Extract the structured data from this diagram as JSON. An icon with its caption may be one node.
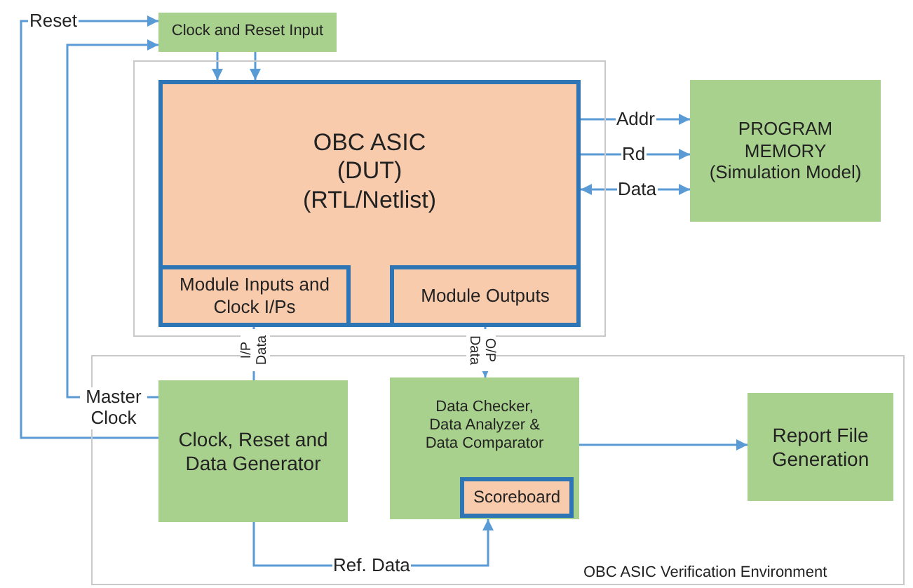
{
  "diagram": {
    "nodes": [
      {
        "text": [
          "OBC ASIC Verification Environment"
        ]
      },
      {
        "text": [
          "Clock and Reset Input"
        ]
      },
      {
        "text": [],
        "shape": "box"
      },
      {
        "text": [
          "OBC ASIC (DUT) (RTL/Netlist)"
        ],
        "in": 2
      },
      {
        "text": [
          "Module Inputs and Clock I/Ps"
        ],
        "in": 3
      },
      {
        "text": [
          "Module Outputs"
        ],
        "in": 3
      },
      {
        "text": [
          "PROGRAM MEMORY (Simulation Model)"
        ]
      },
      {
        "text": [
          "Clock, Reset and Data Generator"
        ],
        "in": 0
      },
      {
        "text": [
          "Data Checker, Data Analyzer & Data Comparator"
        ],
        "in": 0
      },
      {
        "text": [
          "Scoreboard"
        ],
        "in": 8
      },
      {
        "text": [
          "Report File Generation"
        ],
        "in": 0
      }
    ],
    "edges": [
      {
        "from": 7,
        "to": 1,
        "arrow": "to",
        "label": "Reset"
      },
      {
        "from": 7,
        "to": 1,
        "arrow": "to",
        "label": "Master Clock"
      },
      {
        "from": 1,
        "to": 3,
        "arrow": "to"
      },
      {
        "from": 1,
        "to": 3,
        "arrow": "to"
      },
      {
        "from": 3,
        "to": 6,
        "arrow": "to",
        "label": "Addr"
      },
      {
        "from": 3,
        "to": 6,
        "arrow": "to",
        "label": "Rd"
      },
      {
        "from": 3,
        "to": 6,
        "arrow": "both",
        "label": "Data"
      },
      {
        "from": 7,
        "to": 4,
        "arrow": "to",
        "label": "I/P Data"
      },
      {
        "from": 5,
        "to": 8,
        "arrow": "to",
        "label": "O/P Data"
      },
      {
        "from": 7,
        "to": 9,
        "arrow": "to",
        "label": "Ref. Data"
      },
      {
        "from": 8,
        "to": 10,
        "arrow": "to"
      }
    ]
  }
}
